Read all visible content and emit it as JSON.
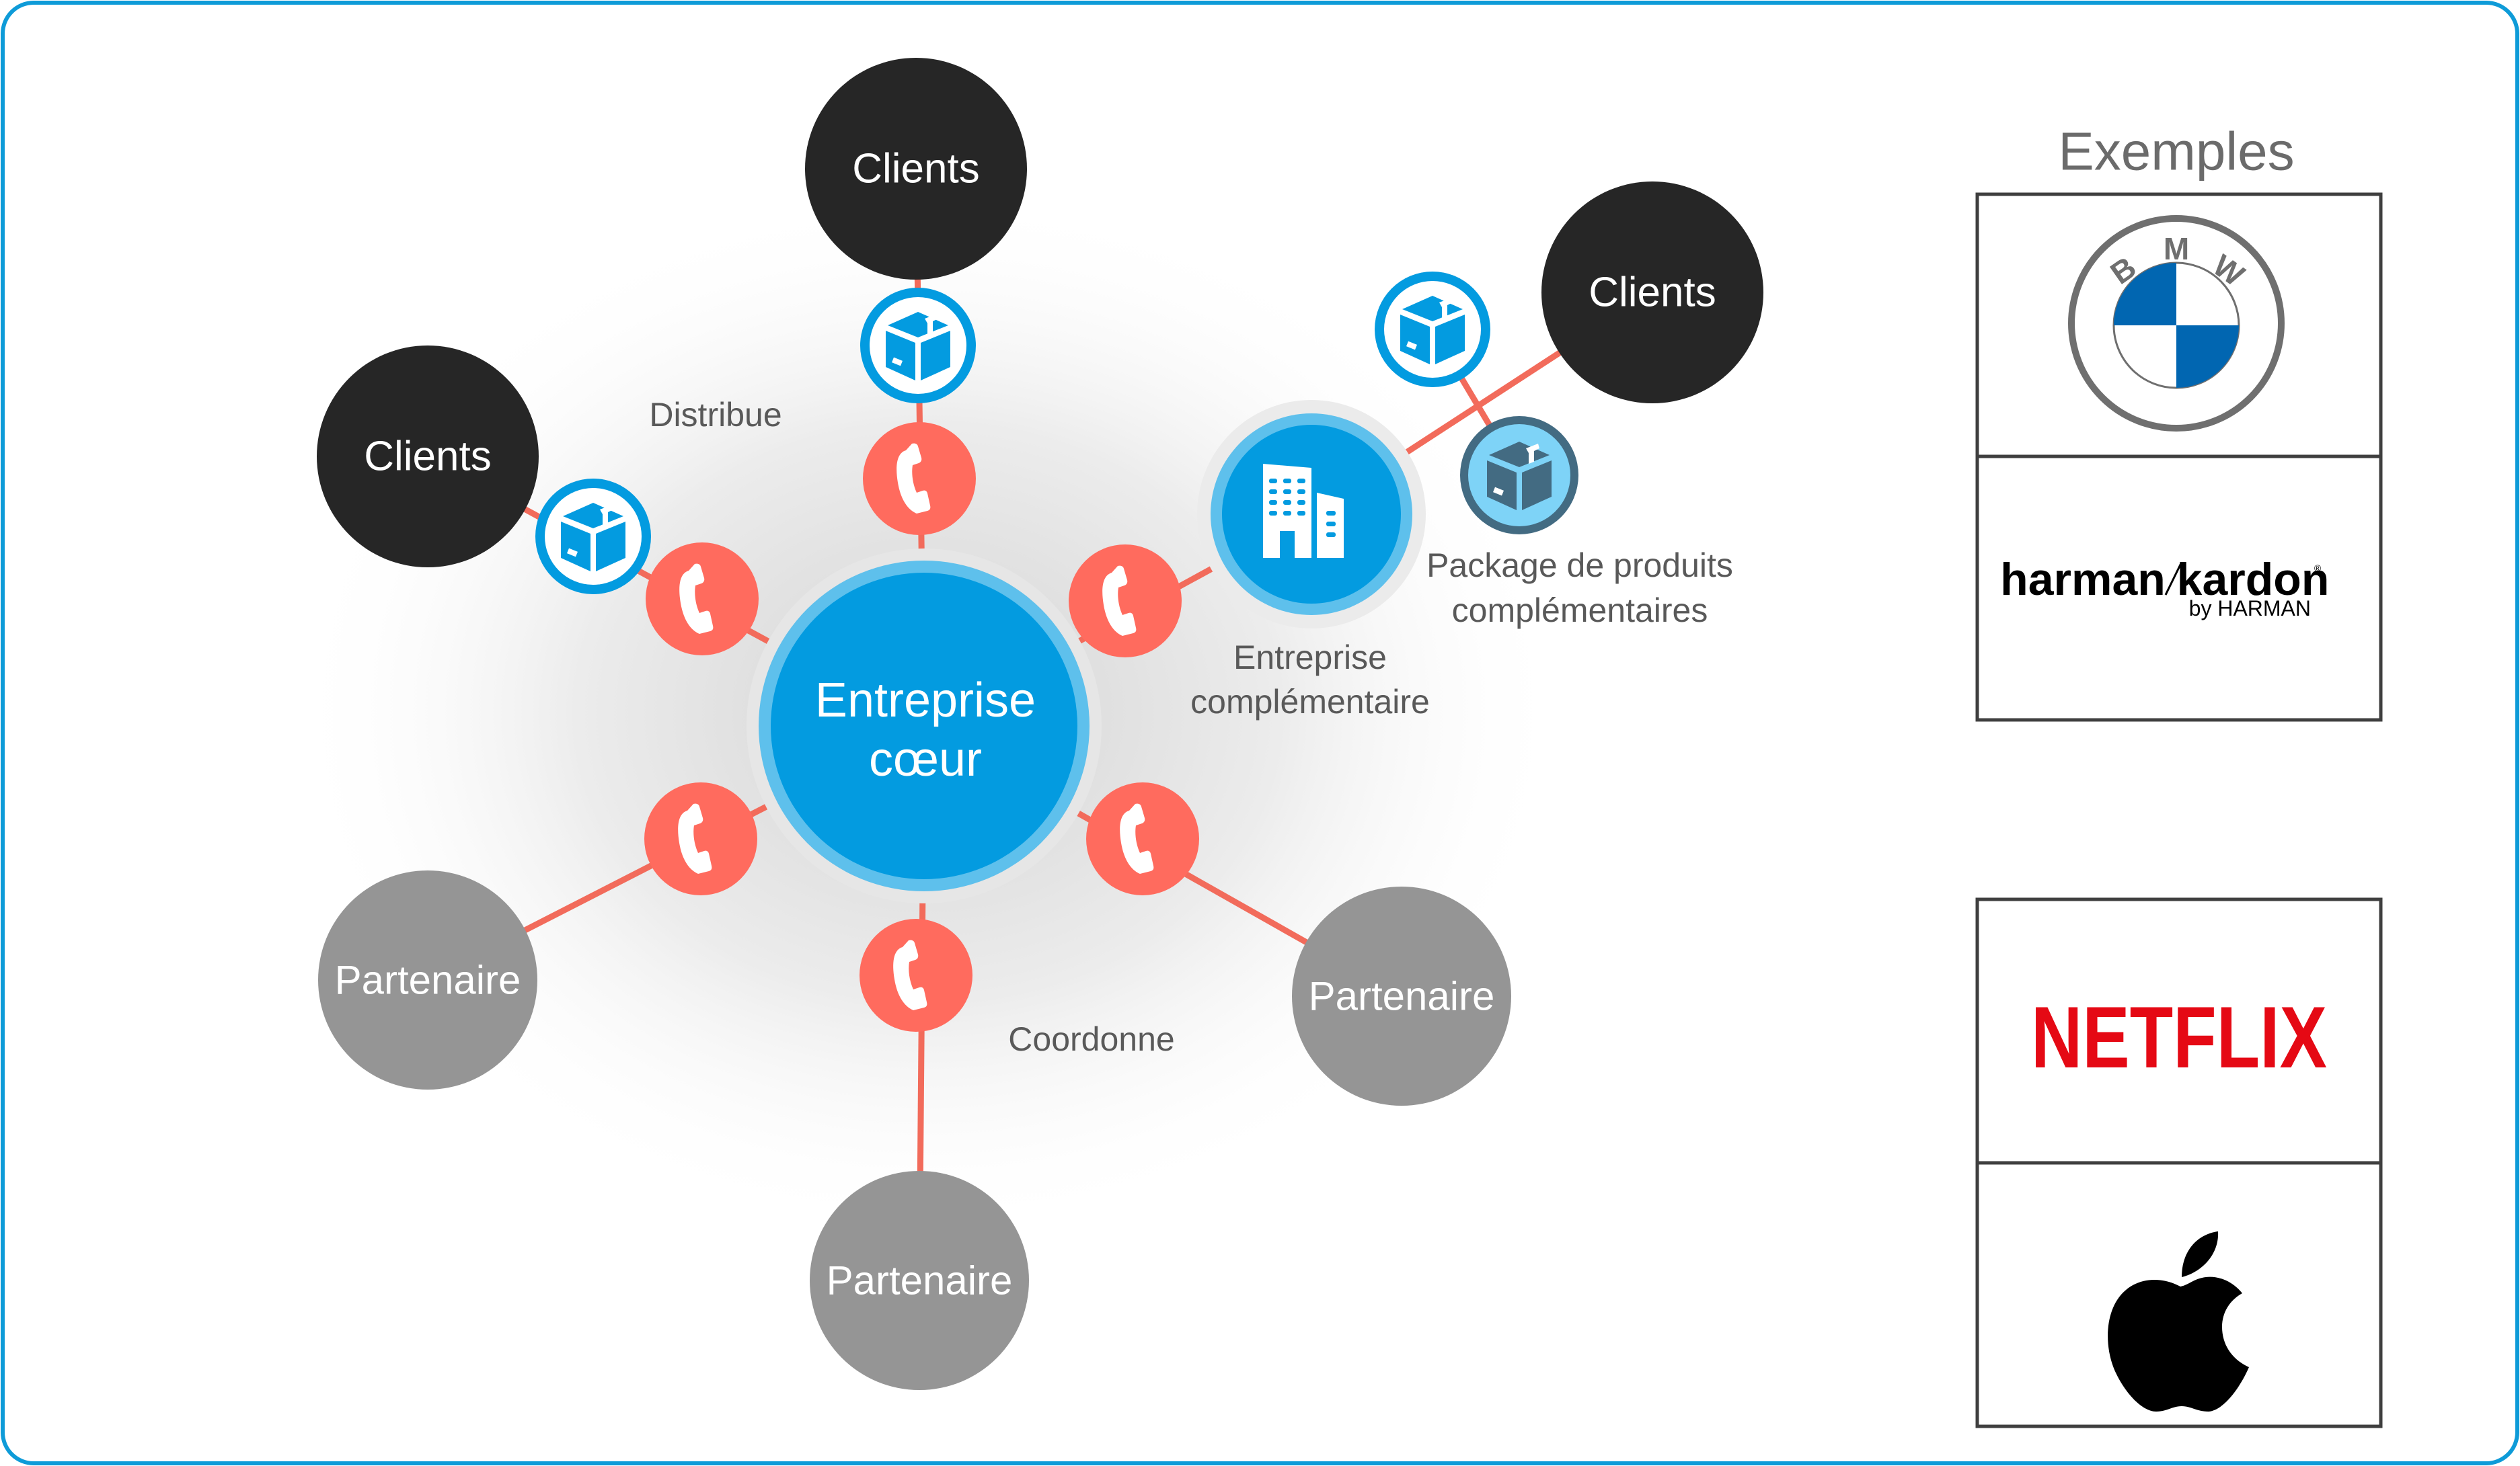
{
  "diagram": {
    "center": {
      "label_line1": "Entreprise",
      "label_line2": "cœur"
    },
    "clients": [
      "Clients",
      "Clients",
      "Clients"
    ],
    "partners": [
      "Partenaire",
      "Partenaire",
      "Partenaire"
    ],
    "complementary": {
      "label_line1": "Entreprise",
      "label_line2": "complémentaire"
    },
    "package": {
      "label_line1": "Package de produits",
      "label_line2": "complémentaires"
    },
    "relations": {
      "distribute": "Distribue",
      "coordinate": "Coordonne"
    },
    "icons": {
      "connector": "phone-icon",
      "product": "package-box-icon",
      "company": "building-icon"
    }
  },
  "examples": {
    "title": "Exemples",
    "group1": [
      {
        "brand": "BMW",
        "letters": [
          "B",
          "M",
          "W"
        ]
      },
      {
        "brand": "harman/kardon",
        "wordmark_left": "harman",
        "wordmark_right": "kardon",
        "sub": "by HARMAN",
        "reg": "®"
      }
    ],
    "group2": [
      {
        "brand": "NETFLIX"
      },
      {
        "brand": "Apple"
      }
    ]
  },
  "colors": {
    "frame": "#0e9bd8",
    "center_blue": "#039be0",
    "center_ring": "#5ec0ec",
    "clients": "#262626",
    "partners": "#959595",
    "connector": "#ff6b5e",
    "edge": "#f26b5b",
    "box_blue": "#039be0",
    "box_dark": "#436b82",
    "box_dark_ring": "#7ed3f7",
    "bmw_blue": "#0166b1",
    "netflix_red": "#e50914"
  }
}
